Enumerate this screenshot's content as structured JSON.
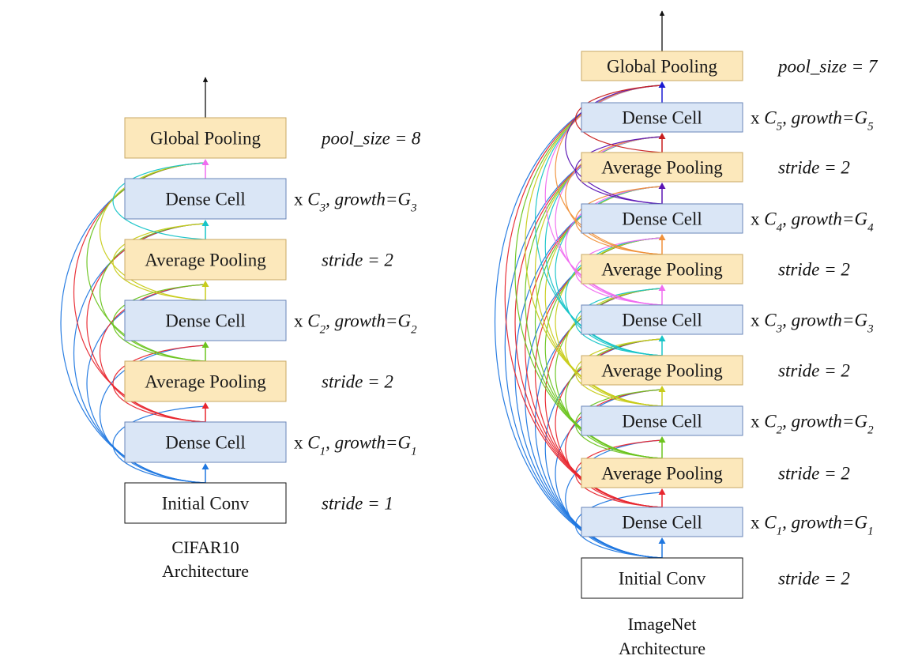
{
  "colors": {
    "dense_fill": "#dae6f6",
    "dense_stroke": "#6a86b8",
    "pool_fill": "#fce8bb",
    "pool_stroke": "#c9a964",
    "conv_fill": "#ffffff",
    "conv_stroke": "#111111",
    "arrow_black": "#111111",
    "connection_palette": [
      "#1f77e0",
      "#e8262e",
      "#6cc41f",
      "#c8cc1a",
      "#17c4c8",
      "#f06cf0",
      "#f0913a",
      "#5a14b4",
      "#c81e1e",
      "#1a1ad2"
    ]
  },
  "diagrams": [
    {
      "caption_line1": "CIFAR10",
      "caption_line2": "Architecture",
      "blocks": [
        {
          "type": "conv",
          "label": "Initial Conv",
          "note": "stride = 1"
        },
        {
          "type": "dense",
          "label": "Dense Cell",
          "note_prefix": "x ",
          "note_C": "C",
          "note_Csub": "1",
          "note_mid": ", growth=",
          "note_G": "G",
          "note_Gsub": "1"
        },
        {
          "type": "pool",
          "label": "Average Pooling",
          "note": "stride = 2"
        },
        {
          "type": "dense",
          "label": "Dense Cell",
          "note_prefix": "x ",
          "note_C": "C",
          "note_Csub": "2",
          "note_mid": ", growth=",
          "note_G": "G",
          "note_Gsub": "2"
        },
        {
          "type": "pool",
          "label": "Average Pooling",
          "note": "stride = 2"
        },
        {
          "type": "dense",
          "label": "Dense Cell",
          "note_prefix": "x ",
          "note_C": "C",
          "note_Csub": "3",
          "note_mid": ", growth=",
          "note_G": "G",
          "note_Gsub": "3"
        },
        {
          "type": "pool",
          "label": "Global Pooling",
          "note": "pool_size = 8"
        }
      ]
    },
    {
      "caption_line1": "ImageNet",
      "caption_line2": "Architecture",
      "blocks": [
        {
          "type": "conv",
          "label": "Initial Conv",
          "note": "stride = 2"
        },
        {
          "type": "dense",
          "label": "Dense Cell",
          "note_prefix": "x ",
          "note_C": "C",
          "note_Csub": "1",
          "note_mid": ", growth=",
          "note_G": "G",
          "note_Gsub": "1"
        },
        {
          "type": "pool",
          "label": "Average Pooling",
          "note": "stride = 2"
        },
        {
          "type": "dense",
          "label": "Dense Cell",
          "note_prefix": "x ",
          "note_C": "C",
          "note_Csub": "2",
          "note_mid": ", growth=",
          "note_G": "G",
          "note_Gsub": "2"
        },
        {
          "type": "pool",
          "label": "Average Pooling",
          "note": "stride = 2"
        },
        {
          "type": "dense",
          "label": "Dense Cell",
          "note_prefix": "x ",
          "note_C": "C",
          "note_Csub": "3",
          "note_mid": ", growth=",
          "note_G": "G",
          "note_Gsub": "3"
        },
        {
          "type": "pool",
          "label": "Average Pooling",
          "note": "stride = 2"
        },
        {
          "type": "dense",
          "label": "Dense Cell",
          "note_prefix": "x ",
          "note_C": "C",
          "note_Csub": "4",
          "note_mid": ", growth=",
          "note_G": "G",
          "note_Gsub": "4"
        },
        {
          "type": "pool",
          "label": "Average Pooling",
          "note": "stride = 2"
        },
        {
          "type": "dense",
          "label": "Dense Cell",
          "note_prefix": "x ",
          "note_C": "C",
          "note_Csub": "5",
          "note_mid": ", growth=",
          "note_G": "G",
          "note_Gsub": "5"
        },
        {
          "type": "pool",
          "label": "Global Pooling",
          "note": "pool_size = 7"
        }
      ]
    }
  ]
}
